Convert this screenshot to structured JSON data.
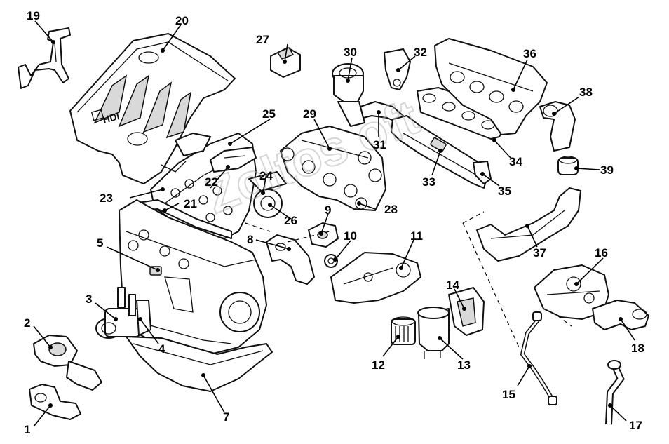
{
  "diagram": {
    "type": "exploded-parts-view",
    "engine_label": "HDI",
    "watermark": "Zoltos oft",
    "callouts": [
      "1",
      "2",
      "3",
      "4",
      "5",
      "7",
      "8",
      "9",
      "10",
      "11",
      "12",
      "13",
      "14",
      "15",
      "16",
      "17",
      "18",
      "19",
      "20",
      "21",
      "22",
      "23",
      "24",
      "25",
      "26",
      "27",
      "28",
      "29",
      "30",
      "31",
      "32",
      "33",
      "34",
      "35",
      "36",
      "37",
      "38",
      "39"
    ]
  }
}
